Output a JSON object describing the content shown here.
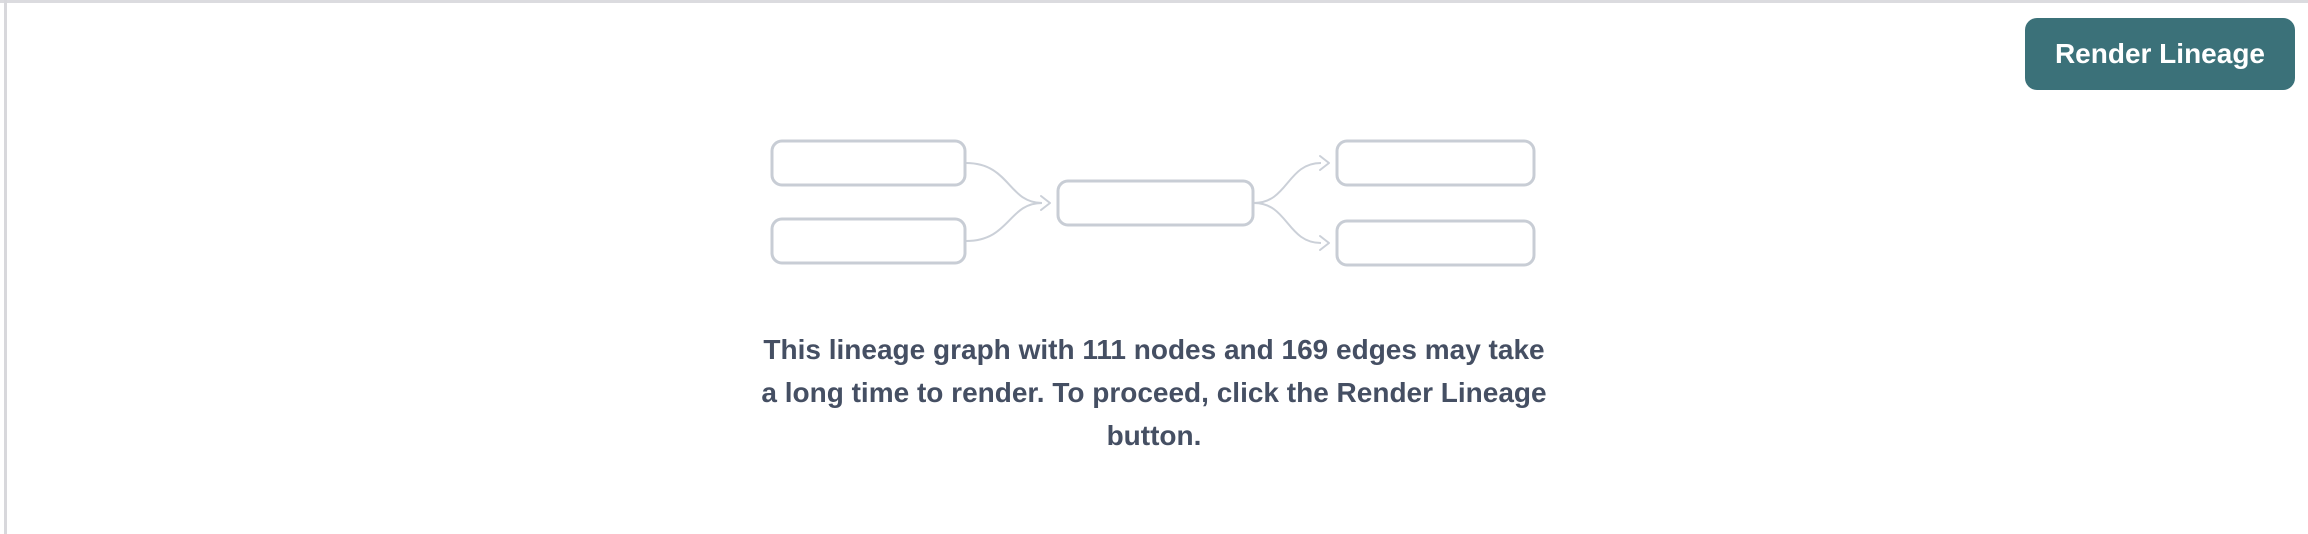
{
  "toolbar": {
    "render_lineage_label": "Render Lineage"
  },
  "message": {
    "lines": [
      "This lineage graph with 111 nodes and 169 edges may take",
      "a long time to render. To proceed, click the Render Lineage",
      "button."
    ],
    "node_count": "111",
    "edge_count": "169"
  },
  "colors": {
    "accent_teal": "#3b7179",
    "button_text": "#ffffff",
    "message_text": "#454f63",
    "node_border": "#c8cdd5",
    "edge_line": "#cbd0d8",
    "divider_top": "#dbdbdf",
    "divider_left": "#d8d8dc",
    "page_bg": "#ffffff"
  }
}
